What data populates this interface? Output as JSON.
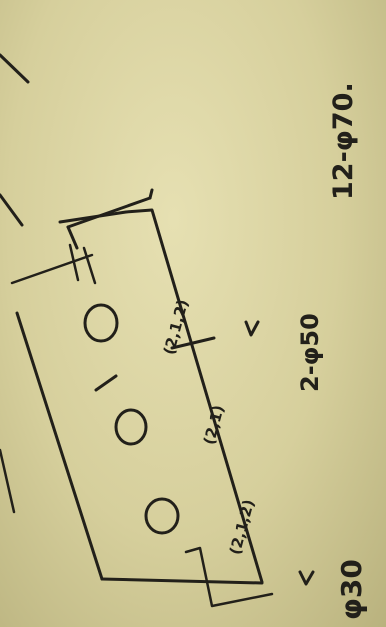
{
  "annotations": {
    "top_right": "12-φ70.",
    "middle": "2-φ50",
    "bottom": "φ30"
  },
  "hole_labels": [
    "(2,1,2)",
    "(2,1)",
    "(2,1,2)"
  ]
}
